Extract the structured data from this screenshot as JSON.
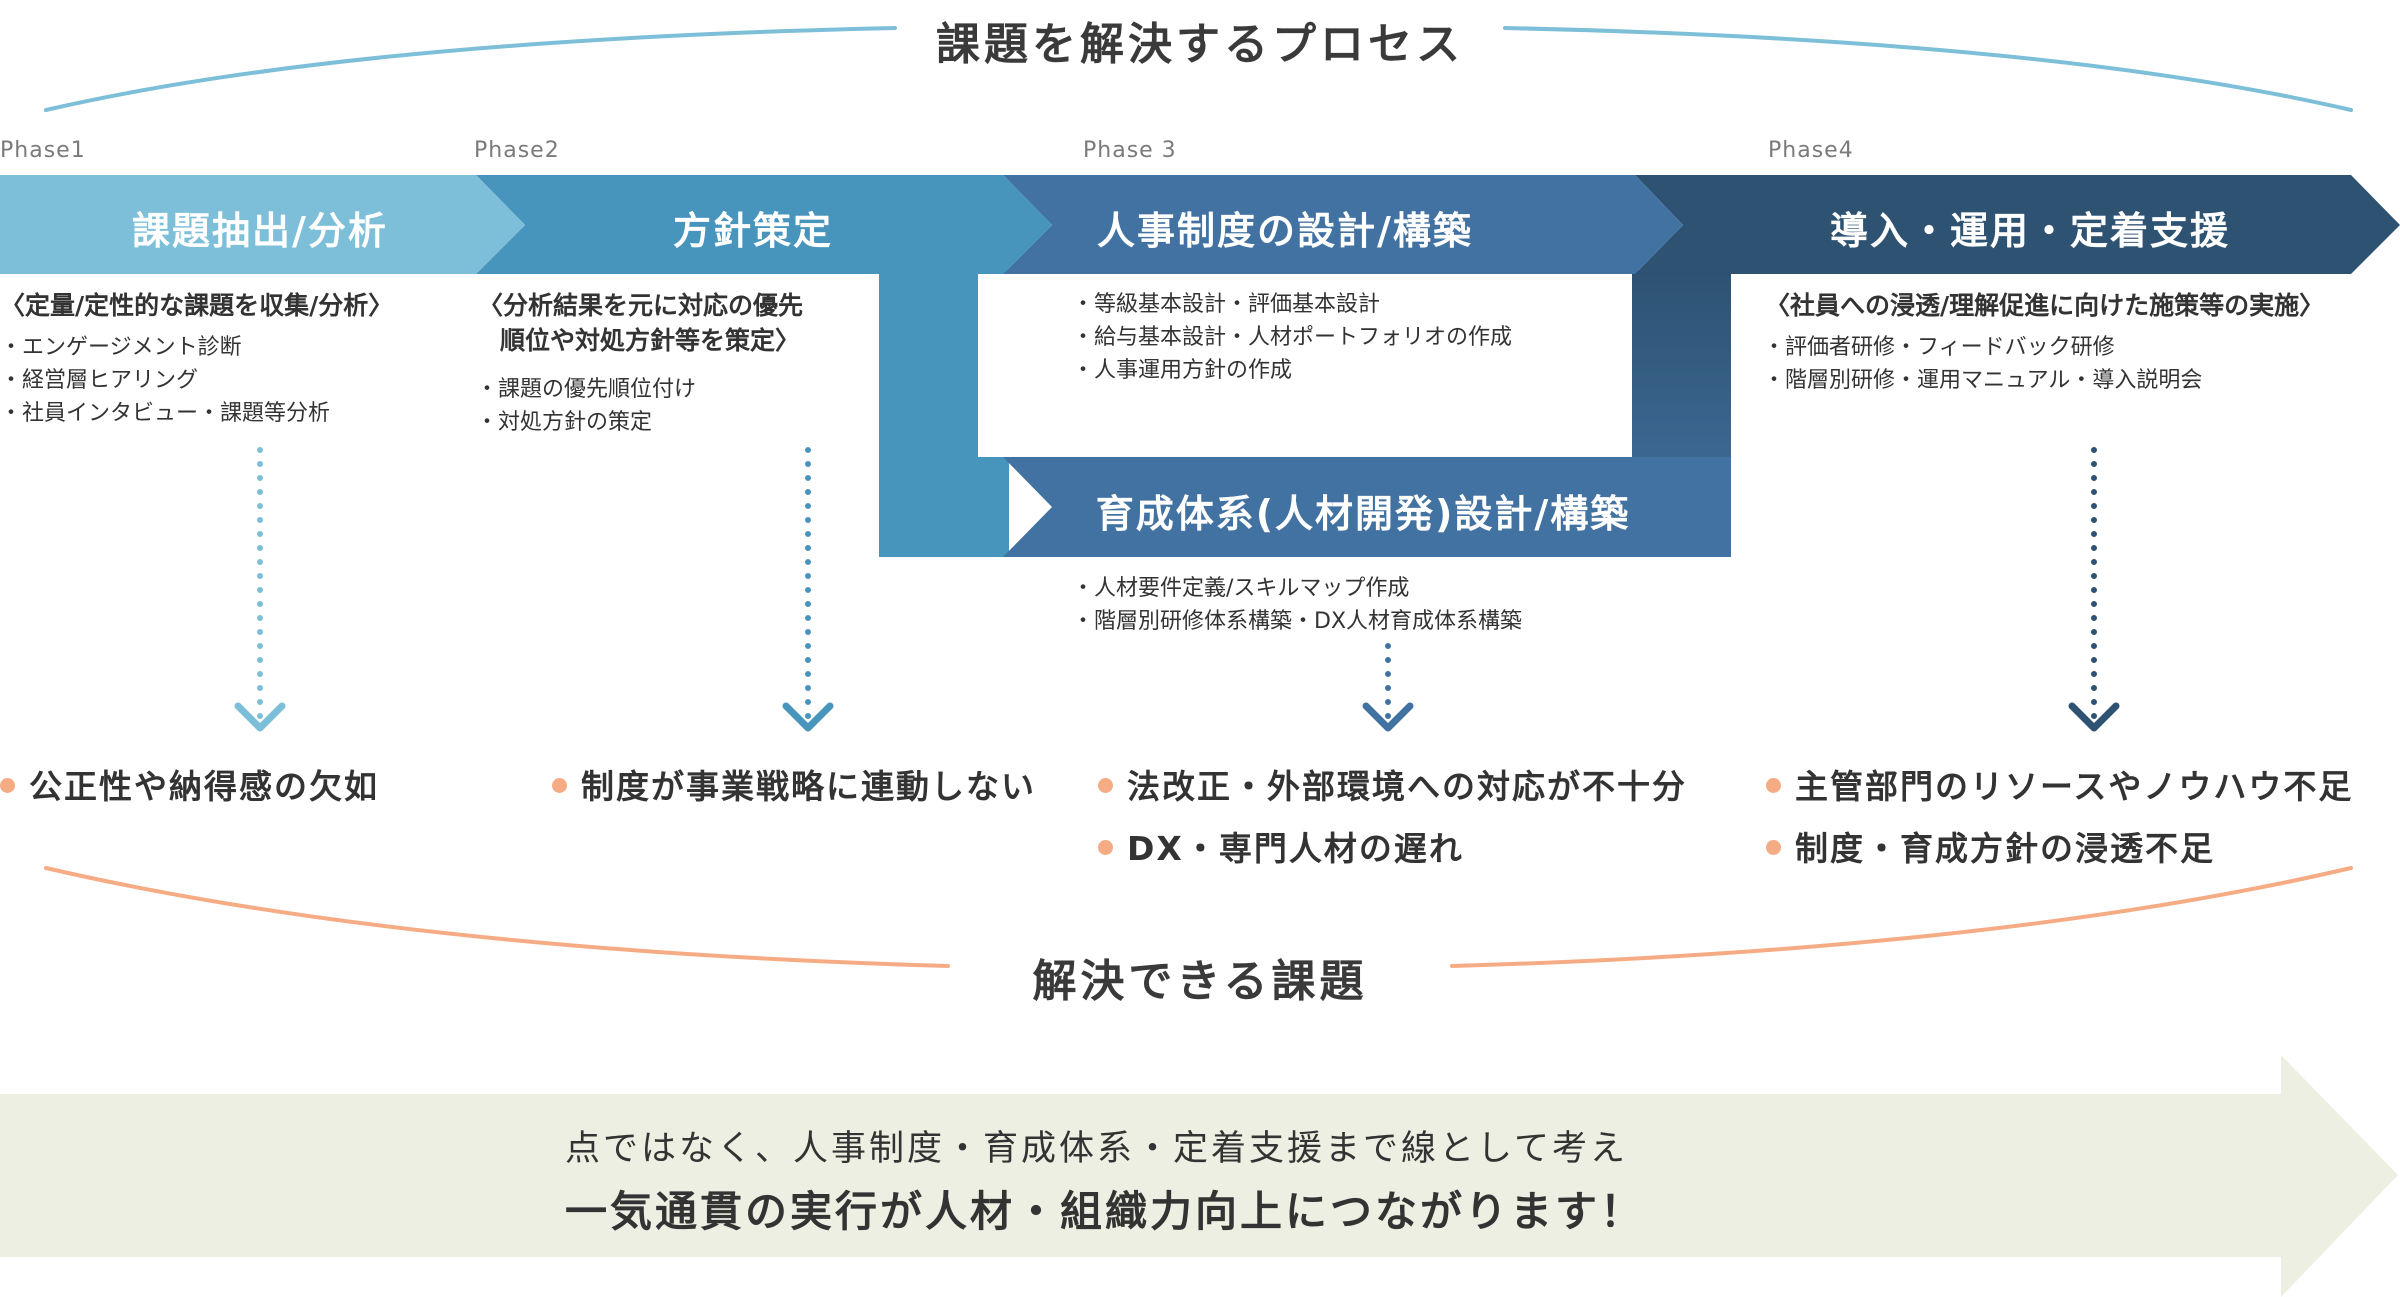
{
  "header": {
    "title": "課題を解決するプロセス"
  },
  "colors": {
    "phase1": "#7dbfd8",
    "phase2": "#4795bd",
    "phase3": "#4272a2",
    "phase4": "#2e5272",
    "arc_top": "#7dbfd8",
    "arc_bottom": "#f5ac85",
    "bullet": "#f5ac85",
    "banner": "#edefe3"
  },
  "phases": [
    {
      "label": "Phase1",
      "title": "課題抽出/分析",
      "heading": "〈定量/定性的な課題を収集/分析〉",
      "items": [
        "エンゲージメント診断",
        "経営層ヒアリング",
        "社員インタビュー・課題等分析"
      ]
    },
    {
      "label": "Phase2",
      "title": "方針策定",
      "heading_lines": [
        "〈分析結果を元に対応の優先",
        "順位や対処方針等を策定〉"
      ],
      "items": [
        "課題の優先順位付け",
        "対処方針の策定"
      ]
    },
    {
      "label": "Phase 3",
      "title": "人事制度の設計/構築",
      "items": [
        "等級基本設計・評価基本設計",
        "給与基本設計・人材ポートフォリオの作成",
        "人事運用方針の作成"
      ],
      "sub_title": "育成体系(人材開発)設計/構築",
      "sub_items": [
        "人材要件定義/スキルマップ作成",
        "階層別研修体系構築・DX人材育成体系構築"
      ]
    },
    {
      "label": "Phase4",
      "title": "導入・運用・定着支援",
      "heading": "〈社員への浸透/理解促進に向けた施策等の実施〉",
      "items": [
        "評価者研修・フィードバック研修",
        "階層別研修・運用マニュアル・導入説明会"
      ]
    }
  ],
  "issues": [
    [
      "公正性や納得感の欠如"
    ],
    [
      "制度が事業戦略に連動しない"
    ],
    [
      "法改正・外部環境への対応が不十分",
      "DX・専門人材の遅れ"
    ],
    [
      "主管部門のリソースやノウハウ不足",
      "制度・育成方針の浸透不足"
    ]
  ],
  "issues_title": "解決できる課題",
  "banner": {
    "line1": "点ではなく、人事制度・育成体系・定着支援まで線として考え",
    "line2": "一気通貫の実行が人材・組織力向上につながります！"
  }
}
